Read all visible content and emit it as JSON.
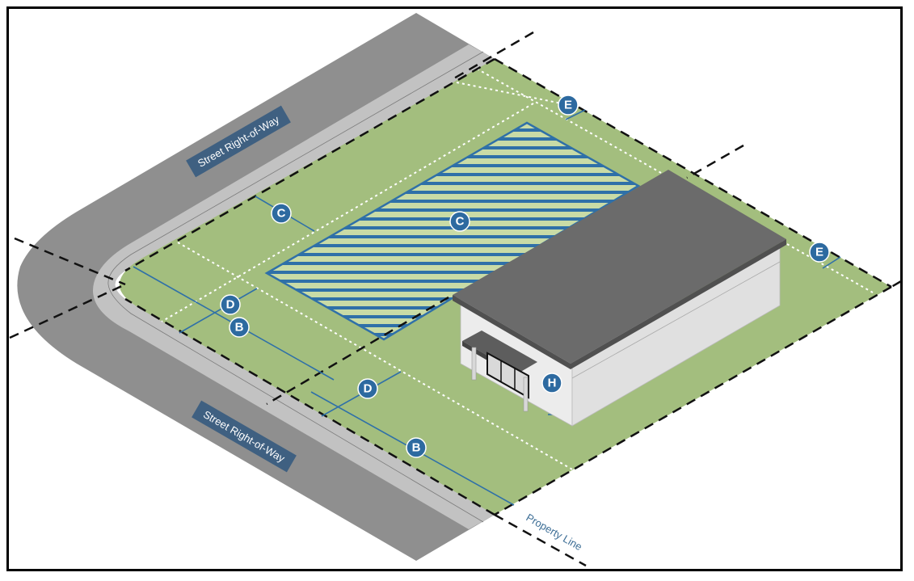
{
  "diagram": {
    "title": "Lot setback diagram",
    "colors": {
      "street": "#8f8f8f",
      "sidewalk": "#c2c2c2",
      "lawn": "#a3be7e",
      "hatch_fill": "#c9dba6",
      "hatch_stroke": "#2f70a8",
      "badge": "#2d6aa0",
      "label_bg": "#3f6081",
      "roof": "#6b6b6b",
      "wall": "#e6e6e6",
      "property_line": "#111111"
    },
    "street_labels": [
      {
        "text": "Street Right-of-Way"
      },
      {
        "text": "Street Right-of-Way"
      }
    ],
    "property_line_label": "Property Line",
    "badges": {
      "c_setback": "C",
      "c_area": "C",
      "e_top": "E",
      "e_right": "E",
      "d_left": "D",
      "b_left": "B",
      "d_bottom": "D",
      "b_bottom": "B",
      "h_height": "H"
    }
  }
}
